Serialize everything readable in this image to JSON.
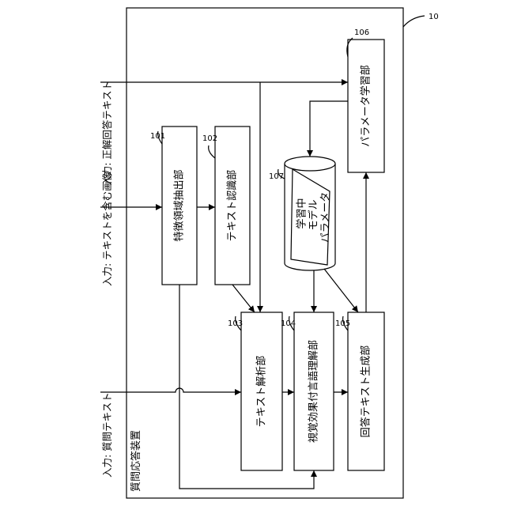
{
  "device": {
    "label": "質問応答装置",
    "ref": "10"
  },
  "inputs": {
    "answer": "入力: 正解回答テキスト",
    "image": "入力: テキストを含む画像",
    "question": "入力: 質問テキスト"
  },
  "blocks": {
    "feature": {
      "label": "特徴領域抽出部",
      "ref": "101"
    },
    "text_recog": {
      "label": "テキスト認識部",
      "ref": "102"
    },
    "text_analysis": {
      "label": "テキスト解析部",
      "ref": "103"
    },
    "visual_lang": {
      "label": "視覚効果付言語理解部",
      "ref": "104"
    },
    "answer_gen": {
      "label": "回答テキスト生成部",
      "ref": "105"
    },
    "param_learn": {
      "label": "パラメータ学習部",
      "ref": "106"
    }
  },
  "storage": {
    "line1": "学習中",
    "line2": "モデル",
    "line3": "パラメータ",
    "ref": "107"
  }
}
